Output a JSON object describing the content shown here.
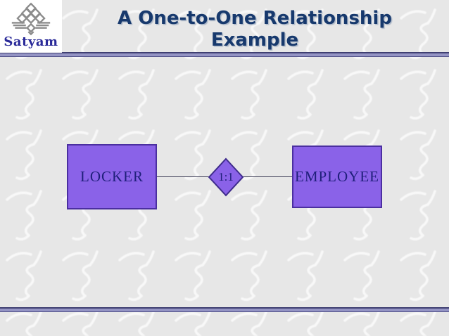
{
  "logo": {
    "text": "Satyam"
  },
  "header": {
    "title_line1": "A One-to-One Relationship",
    "title_line2": "Example"
  },
  "diagram": {
    "entities": [
      {
        "label": "LOCKER"
      },
      {
        "label": "EMPLOYEE"
      }
    ],
    "relationship": {
      "label": "1:1"
    }
  },
  "colors": {
    "background": "#e7e7e7",
    "title_text": "#17396d",
    "entity_fill": "#8a62e8",
    "entity_border": "#4b2fa0",
    "entity_text": "#1f1f7a",
    "separator_lavender": "#9494c4",
    "separator_navy": "#3f3f72",
    "logo_text": "#2a2a99",
    "logo_icon": "#8c8c8c",
    "connector_line": "#3c3c55"
  }
}
